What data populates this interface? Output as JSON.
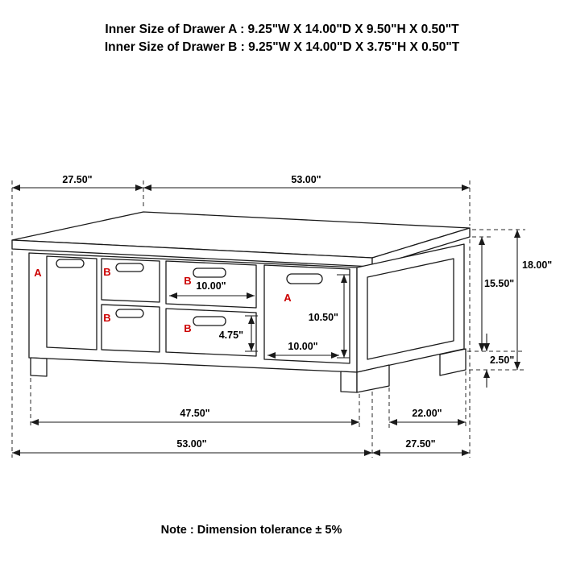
{
  "header": {
    "drawer_a_spec": "Inner Size of Drawer A : 9.25\"W X 14.00\"D X 9.50\"H X 0.50\"T",
    "drawer_b_spec": "Inner Size of Drawer B : 9.25\"W X 14.00\"D X 3.75\"H X 0.50\"T"
  },
  "note": "Note : Dimension tolerance ± 5%",
  "diagram": {
    "description": "Perspective line drawing of a six-drawer storage coffee table with dimension callouts",
    "drawer_letters": {
      "a": "A",
      "b": "B"
    },
    "dims": {
      "top_depth": "27.50\"",
      "top_width": "53.00\"",
      "height_total": "18.00\"",
      "height_body": "15.50\"",
      "height_leg": "2.50\"",
      "drawer_b_width": "10.00\"",
      "drawer_a_height": "10.50\"",
      "drawer_b_height": "4.75\"",
      "drawer_a_width": "10.00\"",
      "leg_span_front": "47.50\"",
      "leg_span_side": "22.00\"",
      "bottom_width": "53.00\"",
      "bottom_depth": "27.50\""
    },
    "colors": {
      "line": "#1a1a1a",
      "dimension_text": "#000000",
      "drawer_letter": "#cc0000",
      "background": "#ffffff"
    }
  }
}
